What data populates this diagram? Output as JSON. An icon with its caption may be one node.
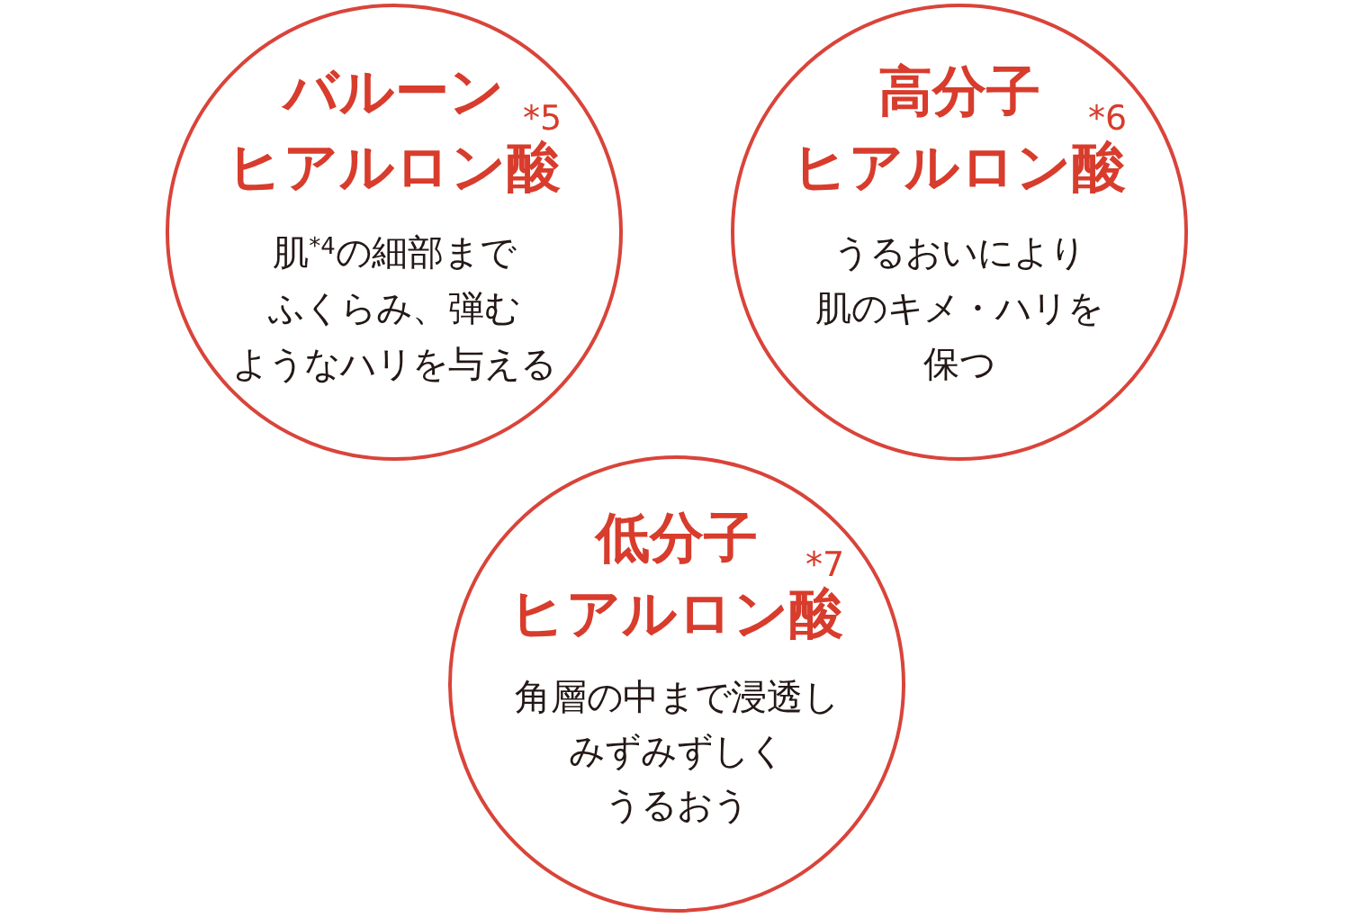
{
  "diagram": {
    "nodes": [
      {
        "text": [
          "バルーンヒアルロン酸$^{*5}$",
          "肌$^{*4}$の細部までふくらみ、弾むようなハリを与える"
        ]
      },
      {
        "text": [
          "高分子ヒアルロン酸$^{*6}$",
          "うるおいにより肌のキメ・ハリを保つ"
        ]
      },
      {
        "text": [
          "低分子ヒアルロン酸$^{*7}$",
          "角層の中まで浸透しみずみずしくうるおう"
        ]
      }
    ]
  }
}
